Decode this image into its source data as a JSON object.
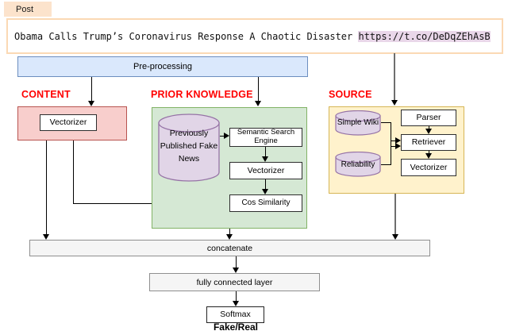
{
  "post": {
    "tab_label": "Post",
    "text": "Obama Calls Trump’s Coronavirus Response A Chaotic Disaster ",
    "url": "https://t.co/DeDqZEhAsB"
  },
  "preprocessing": {
    "label": "Pre-processing"
  },
  "content": {
    "section_label": "CONTENT",
    "vectorizer_label": "Vectorizer"
  },
  "prior_knowledge": {
    "section_label": "PRIOR KNOWLEDGE",
    "database_label": "Previously Published Fake News",
    "semantic_search_label": "Semantic Search Engine",
    "vectorizer_label": "Vectorizer",
    "cos_similarity_label": "Cos Similarity"
  },
  "source": {
    "section_label": "SOURCE",
    "simple_wiki_label": "Simple Wiki",
    "reliability_label": "Reliability",
    "parser_label": "Parser",
    "retriever_label": "Retriever",
    "vectorizer_label": "Vectorizer"
  },
  "bottom": {
    "concatenate_label": "concatenate",
    "fully_connected_label": "fully connected layer",
    "softmax_label": "Softmax",
    "output_label": "Fake/Real"
  },
  "colors": {
    "section_label": "#ff0000",
    "post_accent": "#fce3cc",
    "url_highlight": "#e9d7e9",
    "preprocessing_fill": "#dae8fc",
    "preprocessing_border": "#6c8ebf",
    "content_fill": "#f8cecc",
    "content_border": "#b85450",
    "prior_knowledge_fill": "#d5e8d4",
    "prior_knowledge_border": "#82b366",
    "source_fill": "#fff2cc",
    "source_border": "#d6b656",
    "database_fill": "#e1d5e7",
    "database_border": "#9673a6"
  }
}
